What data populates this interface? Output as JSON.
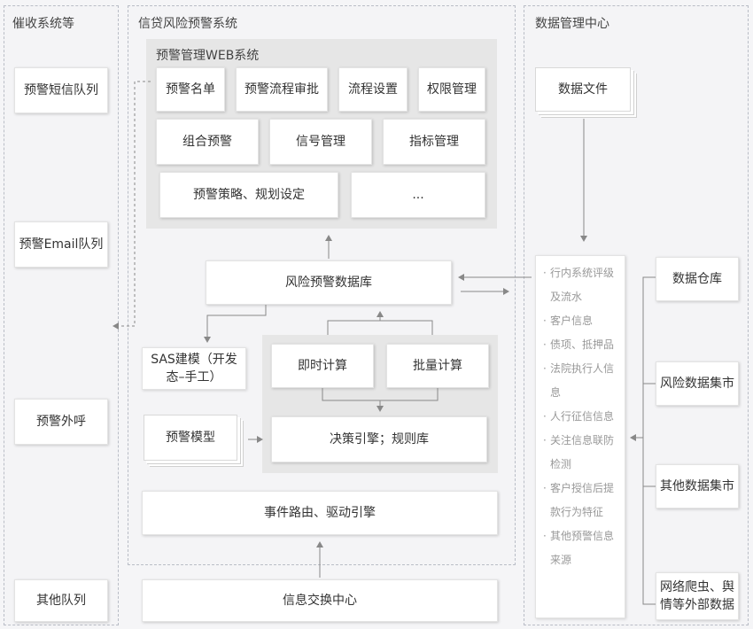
{
  "collection": {
    "title": "催收系统等",
    "items": [
      "预警短信队列",
      "预警Email队列",
      "预警外呼",
      "其他队列"
    ]
  },
  "warning_system": {
    "title": "信贷风险预警系统",
    "web": {
      "title": "预警管理WEB系统",
      "row1": [
        "预警名单",
        "预警流程审批",
        "流程设置",
        "权限管理"
      ],
      "row2": [
        "组合预警",
        "信号管理",
        "指标管理"
      ],
      "row3": [
        "预警策略、规划设定",
        "..."
      ]
    },
    "risk_db": "风险预警数据库",
    "sas_model": "SAS建模（开发态–手工）",
    "warning_model": "预警模型",
    "realtime_calc": "即时计算",
    "batch_calc": "批量计算",
    "decision_engine": "决策引擎；规则库",
    "event_router": "事件路由、驱动引擎",
    "info_exchange": "信息交换中心"
  },
  "data_center": {
    "title": "数据管理中心",
    "data_file": "数据文件",
    "info_items": [
      "行内系统评级及流水",
      "客户信息",
      "债项、抵押品",
      "法院执行人信息",
      "人行征信信息",
      "关注信息联防检测",
      "客户授信后提款行为特征",
      "其他预警信息来源"
    ],
    "sources": [
      "数据仓库",
      "风险数据集市",
      "其他数据集市",
      "网络爬虫、舆情等外部数据"
    ]
  }
}
